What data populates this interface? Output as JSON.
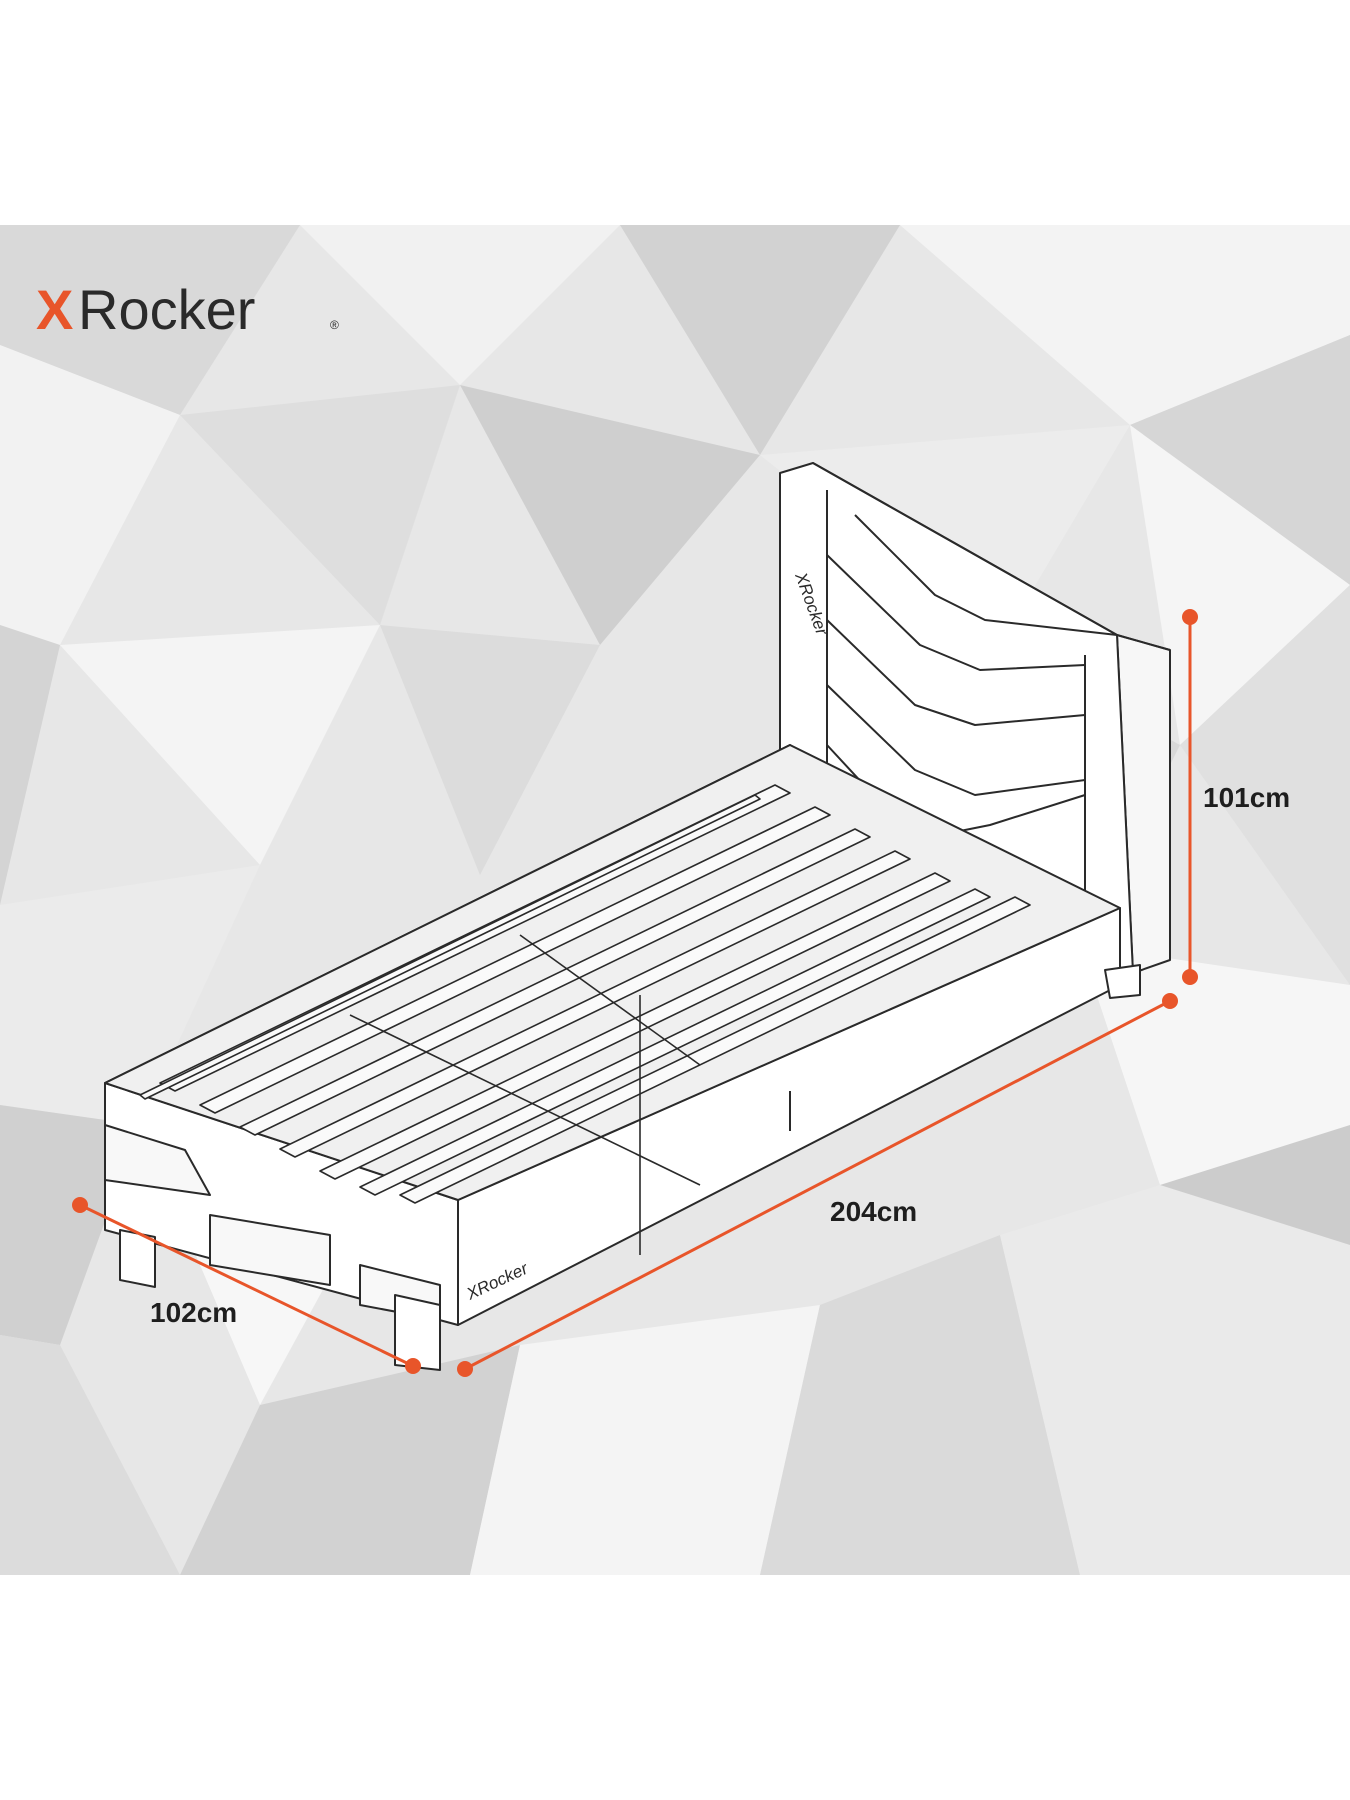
{
  "brand": {
    "x": "X",
    "name": "Rocker",
    "reg": "®",
    "small_mark": "XRocker"
  },
  "dimensions": {
    "height": "101cm",
    "length": "204cm",
    "width": "102cm"
  },
  "colors": {
    "accent": "#e8552a",
    "line": "#2a2a2a",
    "background": "#e6e6e6"
  }
}
